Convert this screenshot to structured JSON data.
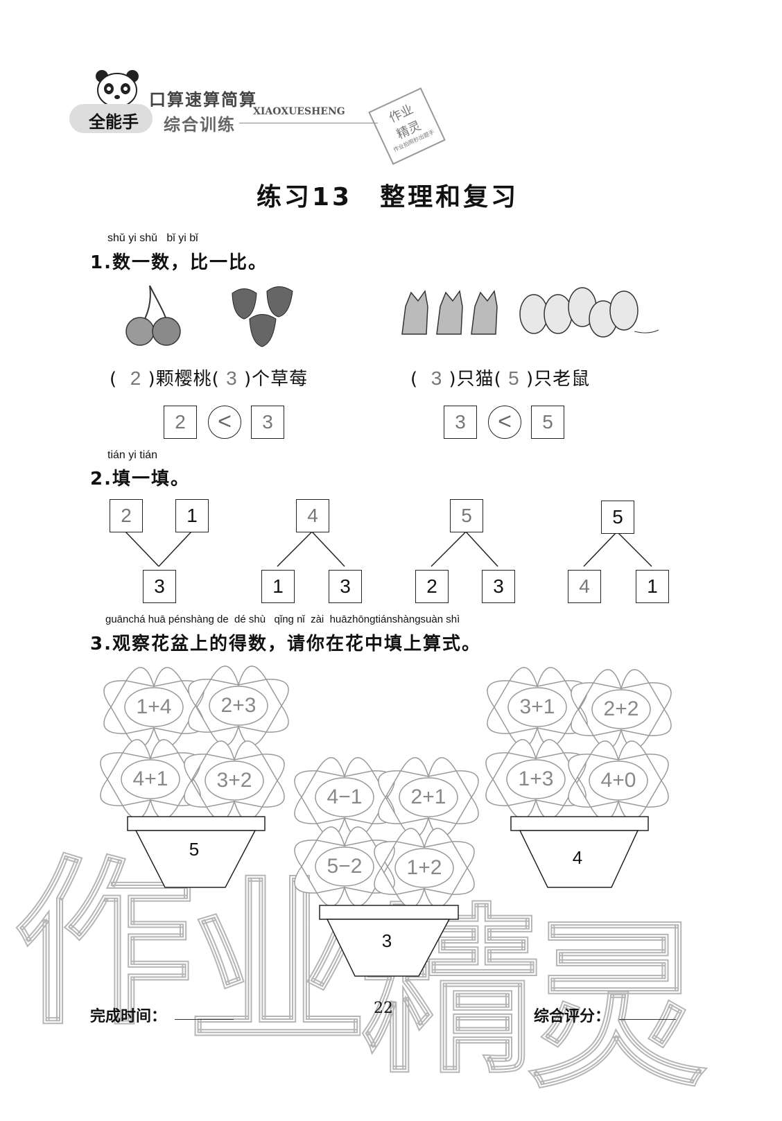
{
  "header": {
    "brand": "全能手",
    "series_top": "口算速算简算",
    "series_bottom": "综合训练",
    "latin": "XIAOXUESHENG",
    "stamp_lines": [
      "作业",
      "精灵",
      "作业拍照秒出题手"
    ]
  },
  "title": "练习13　整理和复习",
  "q1": {
    "pinyin": "shǔ yi shǔ   bǐ yi bǐ",
    "label": "1.数一数，比一比。",
    "left": {
      "open1": "(",
      "ans1": "2",
      "mid1": ")颗樱桃(",
      "ans2": "3",
      "end1": ")个草莓",
      "cmp_left": "2",
      "cmp_sign": "<",
      "cmp_right": "3"
    },
    "right": {
      "open1": "(",
      "ans1": "3",
      "mid1": ")只猫(",
      "ans2": "5",
      "end1": ")只老鼠",
      "cmp_left": "3",
      "cmp_sign": "<",
      "cmp_right": "5"
    }
  },
  "q2": {
    "pinyin": "tián yi tián",
    "label": "2.填一填。",
    "trees": [
      {
        "top": [
          "2",
          "1"
        ],
        "bottom": [
          "3"
        ]
      },
      {
        "top": [
          "4"
        ],
        "bottom": [
          "1",
          "3"
        ]
      },
      {
        "top": [
          "5"
        ],
        "bottom": [
          "2",
          "3"
        ]
      },
      {
        "top": [
          "5"
        ],
        "bottom": [
          "4",
          "1"
        ]
      }
    ]
  },
  "q3": {
    "pinyin": "guānchá huā pénshàng de  dé shù   qǐng nǐ  zài  huāzhōngtiánshàngsuàn shì",
    "label": "3.观察花盆上的得数，请你在花中填上算式。",
    "pots": [
      {
        "flowers": [
          "1+4",
          "2+3",
          "4+1",
          "3+2"
        ],
        "result": "5"
      },
      {
        "flowers": [
          "4−1",
          "2+1",
          "5−2",
          "1+2"
        ],
        "result": "3"
      },
      {
        "flowers": [
          "3+1",
          "2+2",
          "1+3",
          "4+0"
        ],
        "result": "4"
      }
    ]
  },
  "footer": {
    "time_label": "完成时间：",
    "page_number": "22",
    "score_label": "综合评分："
  },
  "watermark": [
    "作",
    "业",
    "精",
    "灵"
  ]
}
